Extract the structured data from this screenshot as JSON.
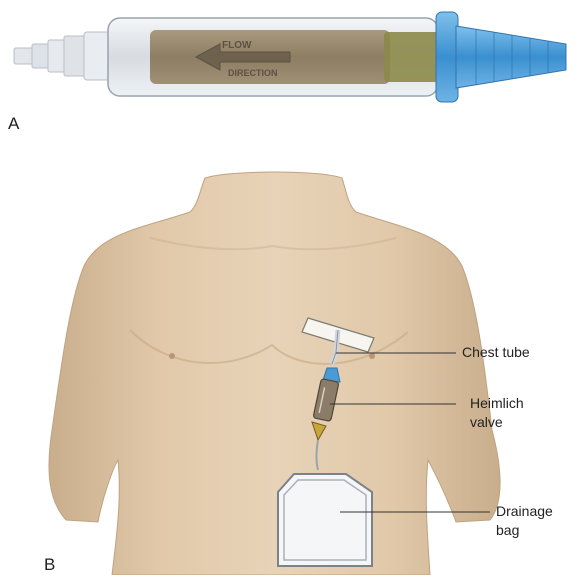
{
  "panels": {
    "a_label": "A",
    "b_label": "B"
  },
  "device_text": {
    "line1": "FLOW",
    "line2": "DIRECTION"
  },
  "callouts": {
    "chest_tube": "Chest tube",
    "heimlich_line1": "Heimlich",
    "heimlich_line2": "valve",
    "drainage_line1": "Drainage",
    "drainage_line2": "bag"
  },
  "colors": {
    "skin": "#e3cdb0",
    "skin_shadow": "#c9ae8c",
    "valve_cap": "#4a9bd4",
    "valve_body": "#8a7c66",
    "valve_tip_olive": "#8c8a4a",
    "tube": "#d9dde2"
  }
}
